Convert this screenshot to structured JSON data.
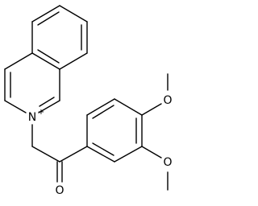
{
  "molecule": {
    "atoms": {
      "n_plus": "N",
      "n_charge": "+",
      "carbonyl_o": "O",
      "methoxy_o_top": "O",
      "methoxy_o_bottom": "O"
    }
  },
  "colors": {
    "bond": "#000000",
    "background": "#ffffff"
  }
}
